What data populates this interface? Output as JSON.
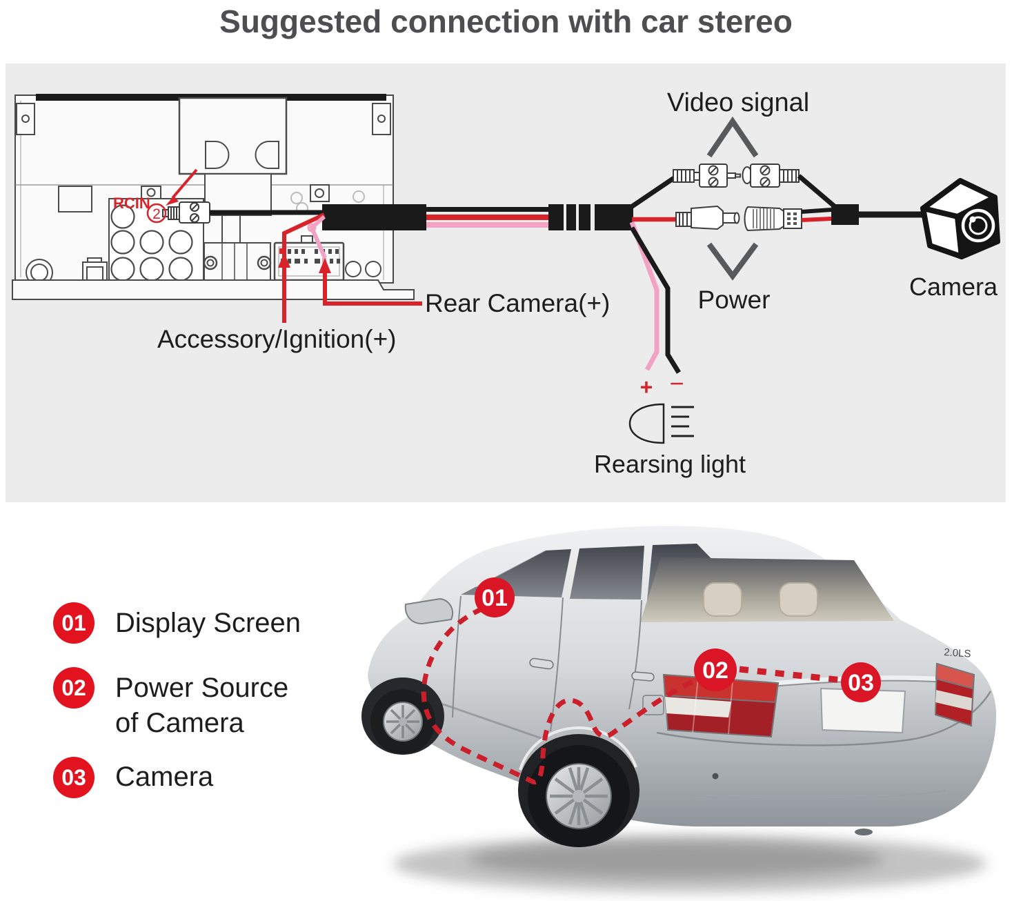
{
  "title": "Suggested connection with car stereo",
  "diagram": {
    "stereo": {
      "rcin_label": "RCIN",
      "rcin_marker": "2"
    },
    "wire_labels": {
      "rear_camera": "Rear Camera(+)",
      "accessory": "Accessory/Ignition(+)"
    },
    "video_signal_label": "Video signal",
    "power_label": "Power",
    "camera_label": "Camera",
    "reversing_light": {
      "label": "Rearsing light",
      "plus": "+",
      "minus": "−"
    },
    "icons": {
      "video_direction": "chevron-up",
      "power_direction": "chevron-down",
      "camera": "camera-cube-icon",
      "reversing_light": "reversing-light-icon"
    },
    "colors": {
      "panel_bg": "#ececec",
      "wire_red": "#d8232a",
      "wire_pink": "#f2a3c3",
      "wire_black": "#1a1a1a",
      "annotation_red": "#d8232a",
      "chevron_gray": "#58595b"
    }
  },
  "legend": {
    "badge_color": "#e2121f",
    "items": [
      {
        "number": "01",
        "lines": [
          "Display Screen"
        ]
      },
      {
        "number": "02",
        "lines": [
          "Power Source",
          "of Camera"
        ]
      },
      {
        "number": "03",
        "lines": [
          "Camera"
        ]
      }
    ]
  },
  "car": {
    "badges": [
      {
        "number": "01"
      },
      {
        "number": "02"
      },
      {
        "number": "03"
      }
    ],
    "model_badge": "2.0LS",
    "route_color": "#cb1f2b",
    "badge_color": "#da1525"
  }
}
